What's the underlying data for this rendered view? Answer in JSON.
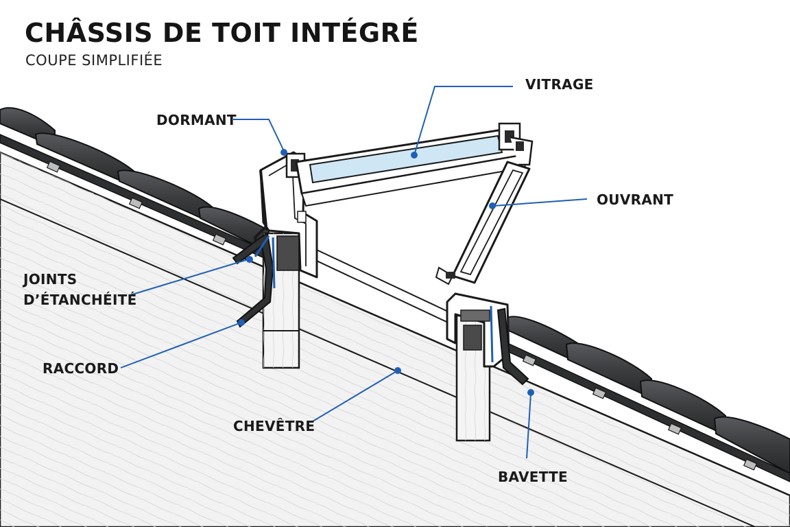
{
  "header": {
    "title": "CHÂSSIS DE TOIT INTÉGRÉ",
    "subtitle": "COUPE SIMPLIFIÉE"
  },
  "labels": {
    "dormant": "DORMANT",
    "vitrage": "VITRAGE",
    "ouvrant": "OUVRANT",
    "joints_line1": "JOINTS",
    "joints_line2": "D’ÉTANCHÉITÉ",
    "raccord": "RACCORD",
    "chevetre": "CHEVÊTRE",
    "bavette": "BAVETTE"
  },
  "colors": {
    "leader": "#1f5fb5",
    "tile": "#3a3c3e",
    "wood": "#efefef",
    "outline": "#1a1a1a",
    "glass": "#cfe6f5"
  }
}
